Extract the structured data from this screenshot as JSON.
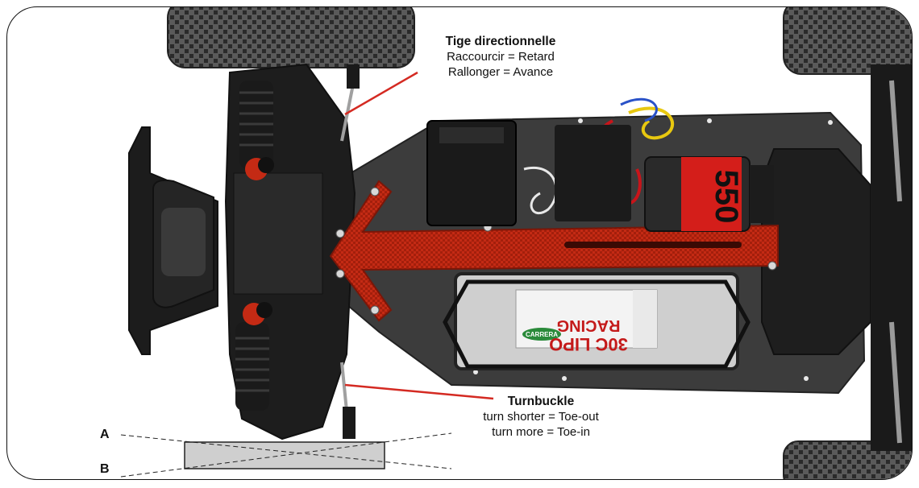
{
  "callout_top": {
    "title": "Tige directionnelle",
    "line1": "Raccourcir = Retard",
    "line2": "Rallonger = Avance"
  },
  "callout_bottom": {
    "title": "Turnbuckle",
    "line1": "turn shorter = Toe-out",
    "line2": "turn more = Toe-in"
  },
  "toe_diagram": {
    "label_a": "A",
    "label_b": "B"
  },
  "battery_label": {
    "line1": "30C LIPO",
    "line2": "RACING",
    "brand": "CARRERA"
  },
  "motor_label": "550",
  "colors": {
    "chassis": "#3a3a3a",
    "red_brace": "#c42a14",
    "pointer_line": "#d42a22",
    "tire": "#4a4a4a",
    "battery_tray": "#cfcfcf"
  }
}
